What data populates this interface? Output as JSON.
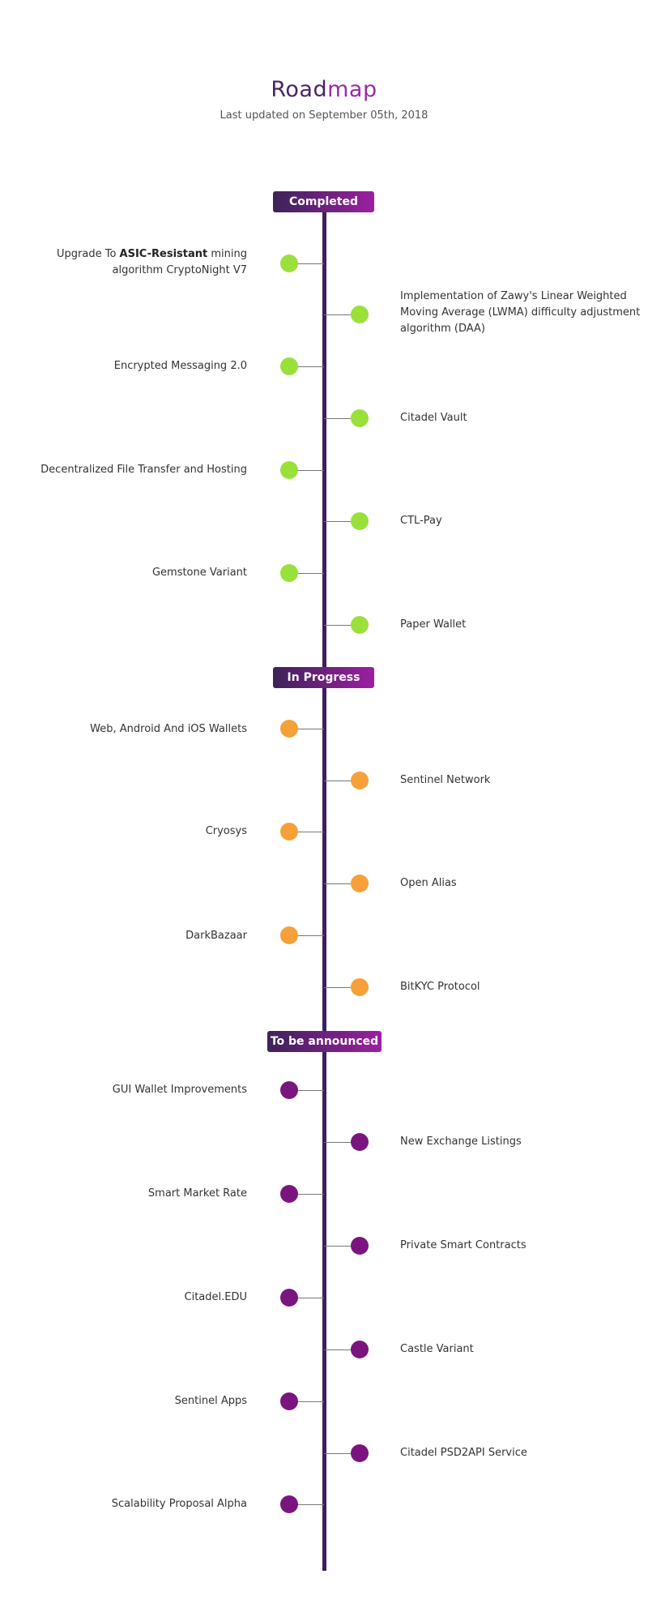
{
  "header": {
    "title_part1": "Road",
    "title_part2": "map",
    "subtitle": "Last updated on September 05th, 2018"
  },
  "colors": {
    "completed": "#9ae03a",
    "in_progress": "#f6a03a",
    "tba": "#7a1580",
    "spine": "#3d1f5c"
  },
  "phases": {
    "completed": "Completed",
    "in_progress": "In Progress",
    "tba": "To be announced"
  },
  "items": {
    "asic_pre": "Upgrade To ",
    "asic_bold": "ASIC-Resistant",
    "asic_post": " mining algorithm CryptoNight V7",
    "lwma": "Implementation of Zawy's Linear Weighted Moving Average (LWMA) difficulty adjustment algorithm (DAA)",
    "messaging": "Encrypted Messaging 2.0",
    "vault": "Citadel Vault",
    "file_transfer": "Decentralized File Transfer and Hosting",
    "ctl_pay": "CTL-Pay",
    "gemstone": "Gemstone Variant",
    "paper_wallet": "Paper Wallet",
    "wallets": "Web, Android And iOS Wallets",
    "sentinel_network": "Sentinel Network",
    "cryosys": "Cryosys",
    "open_alias": "Open Alias",
    "darkbazaar": "DarkBazaar",
    "bitkyc": "BitKYC Protocol",
    "gui_wallet": "GUI Wallet Improvements",
    "exchange": "New Exchange Listings",
    "smart_market": "Smart Market Rate",
    "smart_contracts": "Private Smart Contracts",
    "citadel_edu": "Citadel.EDU",
    "castle": "Castle Variant",
    "sentinel_apps": "Sentinel Apps",
    "psd2api": "Citadel PSD2API Service",
    "scalability": "Scalability Proposal Alpha"
  }
}
